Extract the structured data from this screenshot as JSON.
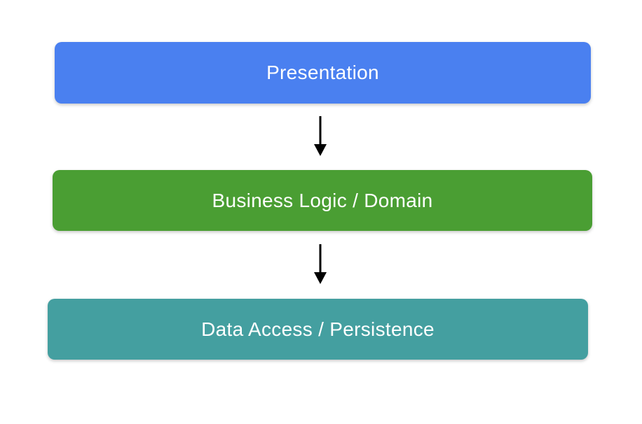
{
  "diagram": {
    "background_color": "#ffffff",
    "arrow_color": "#000000",
    "text_color": "#ffffff",
    "layers": [
      {
        "label": "Presentation",
        "color": "#4a80f0"
      },
      {
        "label": "Business Logic / Domain",
        "color": "#4a9e33"
      },
      {
        "label": "Data Access / Persistence",
        "color": "#449fa0"
      }
    ]
  }
}
